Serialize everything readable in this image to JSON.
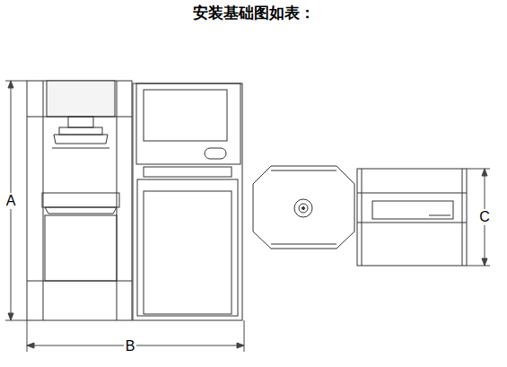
{
  "diagram": {
    "title": "安装基础图如表：",
    "labels": [
      "A",
      "B",
      "C"
    ]
  }
}
